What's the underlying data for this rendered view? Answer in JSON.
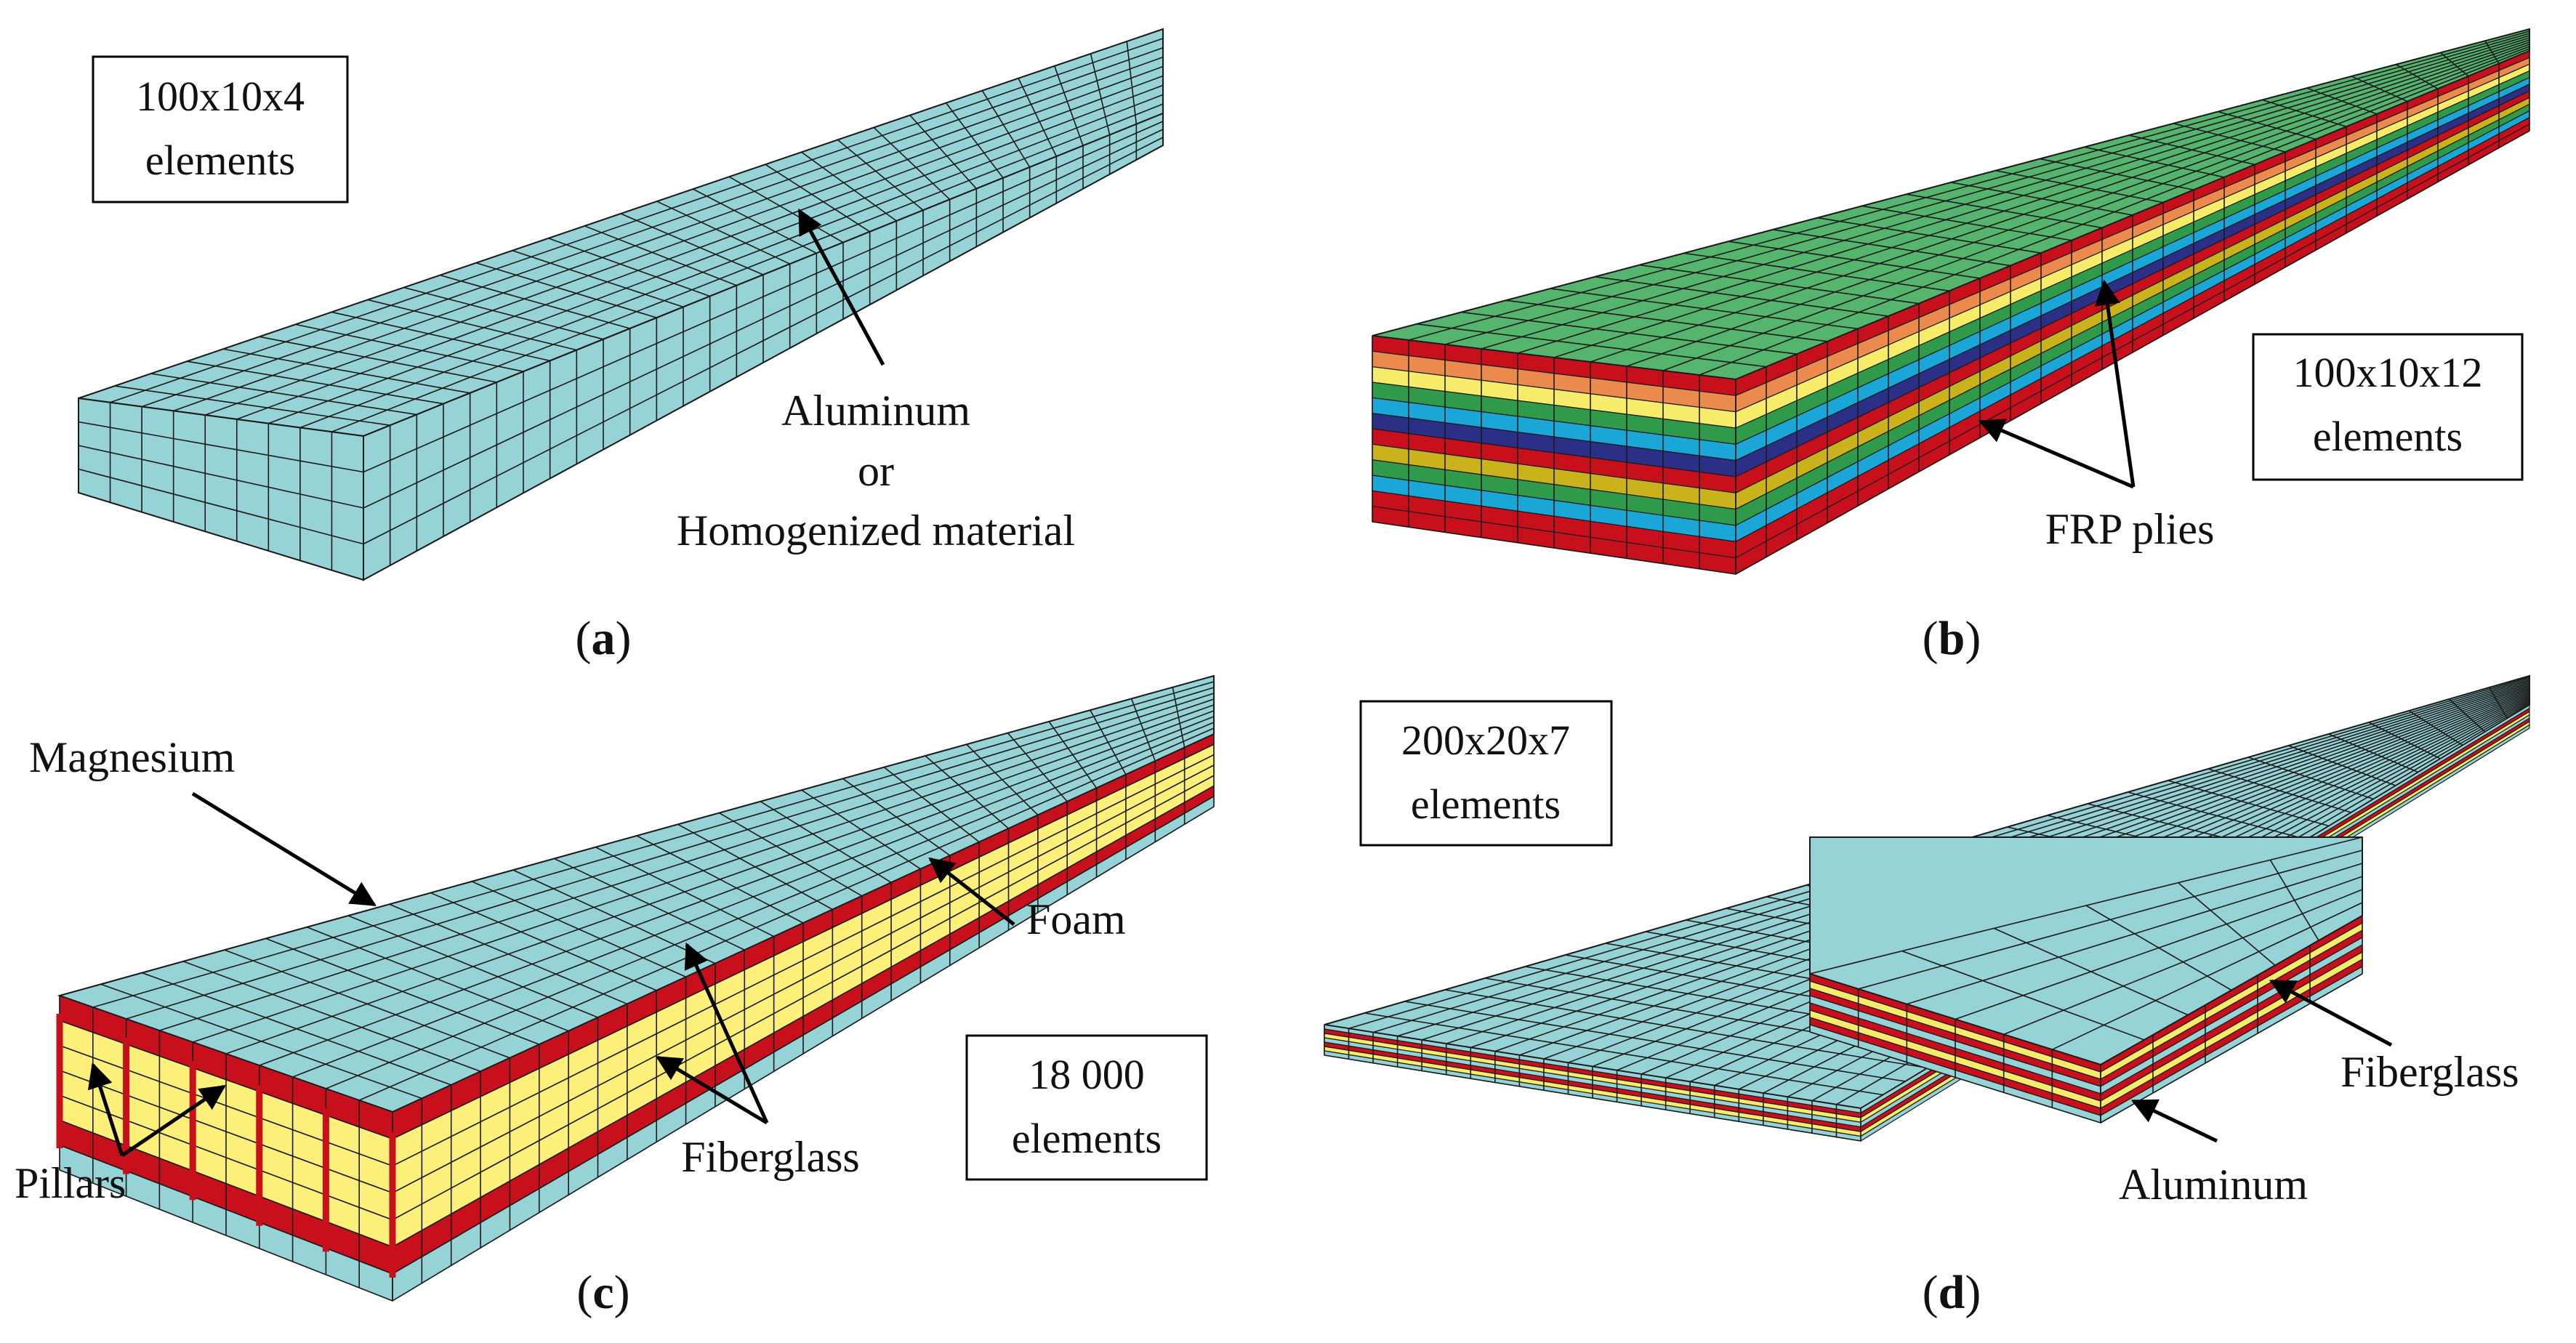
{
  "colors": {
    "aluminum": "#96d3d6",
    "frp_top": "#55b56f",
    "fiberglass": "#c8101c",
    "foam": "#fdf07a",
    "ply_yellow": "#f7ec6a",
    "ply_blue": "#1aa7d8",
    "ply_orange": "#ea8a4c",
    "ply_green": "#2e9a4a",
    "ply_navy": "#2b2f86",
    "ply_gold": "#c9b21c",
    "mesh_line": "#1a1a1a"
  },
  "panels": {
    "a": {
      "caption_letter": "a",
      "element_box": [
        "100x10x4",
        "elements"
      ],
      "material_label": [
        "Aluminum",
        "or",
        "Homogenized material"
      ]
    },
    "b": {
      "caption_letter": "b",
      "element_box": [
        "100x10x12",
        "elements"
      ],
      "plies_label": "FRP plies"
    },
    "c": {
      "caption_letter": "c",
      "element_box": [
        "18 000",
        "elements"
      ],
      "magnesium_label": "Magnesium",
      "foam_label": "Foam",
      "fiberglass_label": "Fiberglass",
      "pillars_label": "Pillars"
    },
    "d": {
      "caption_letter": "d",
      "element_box": [
        "200x20x7",
        "elements"
      ],
      "fiberglass_label": "Fiberglass",
      "aluminum_label": "Aluminum"
    }
  }
}
